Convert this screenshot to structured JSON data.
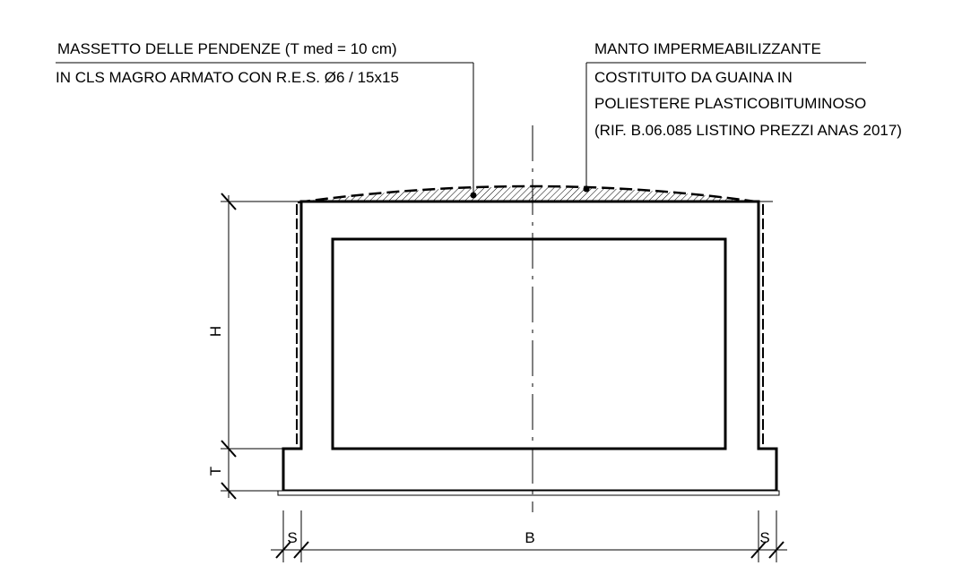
{
  "annotations": {
    "left": {
      "line1": "MASSETTO DELLE PENDENZE (T med = 10 cm)",
      "line2": "IN CLS MAGRO ARMATO CON R.E.S. Ø6 / 15x15"
    },
    "right": {
      "line1": "MANTO IMPERMEABILIZZANTE",
      "line2": "COSTITUITO DA GUAINA IN",
      "line3": "POLIESTERE PLASTICOBITUMINOSO",
      "line4": "(RIF. B.06.085 LISTINO PREZZI ANAS 2017)"
    }
  },
  "dimensions": {
    "height_label": "H",
    "thickness_label": "T",
    "width_label": "B",
    "side_left_label": "S",
    "side_right_label": "S"
  },
  "colors": {
    "line": "#000000",
    "background": "#ffffff",
    "base_slab_fill": "#ffffff"
  }
}
